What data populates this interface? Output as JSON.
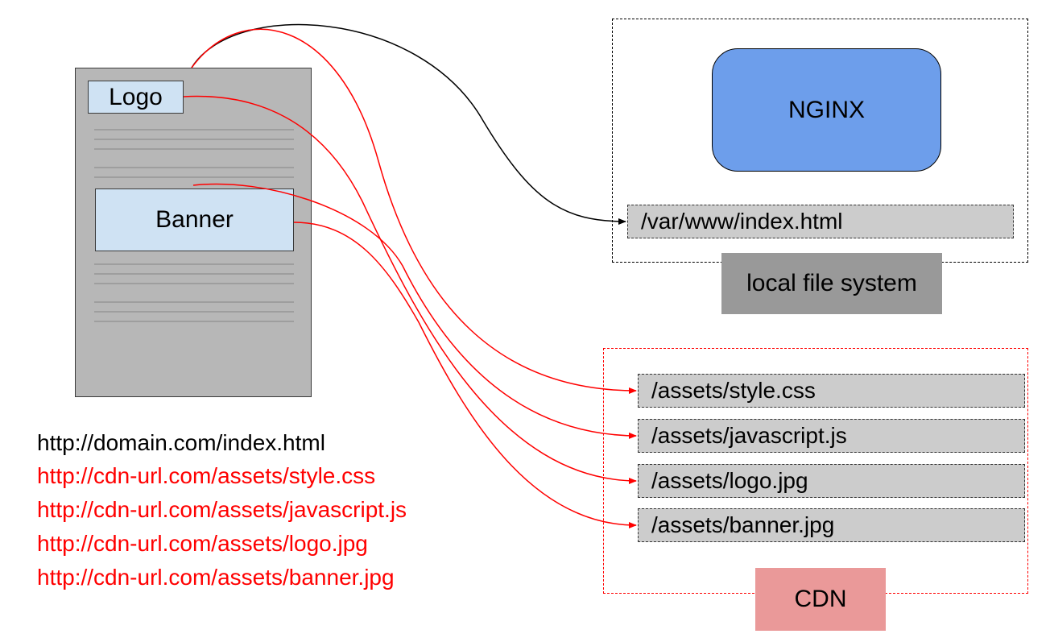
{
  "page": {
    "logo_label": "Logo",
    "banner_label": "Banner"
  },
  "local": {
    "server_label": "NGINX",
    "index_path": "/var/www/index.html",
    "region_label": "local file system"
  },
  "cdn": {
    "assets": [
      "/assets/style.css",
      "/assets/javascript.js",
      "/assets/logo.jpg",
      "/assets/banner.jpg"
    ],
    "region_label": "CDN"
  },
  "urls": [
    {
      "text": "http://domain.com/index.html",
      "color": "#000000"
    },
    {
      "text": "http://cdn-url.com/assets/style.css",
      "color": "#ff0000"
    },
    {
      "text": "http://cdn-url.com/assets/javascript.js",
      "color": "#ff0000"
    },
    {
      "text": "http://cdn-url.com/assets/logo.jpg",
      "color": "#ff0000"
    },
    {
      "text": "http://cdn-url.com/assets/banner.jpg",
      "color": "#ff0000"
    }
  ],
  "colors": {
    "page_bg": "#b7b7b7",
    "element_fill": "#cfe2f3",
    "nginx_fill": "#6d9eeb",
    "file_fill": "#cccccc",
    "local_label_fill": "#999999",
    "cdn_label_fill": "#ea9999",
    "cdn_accent": "#ff0000"
  }
}
